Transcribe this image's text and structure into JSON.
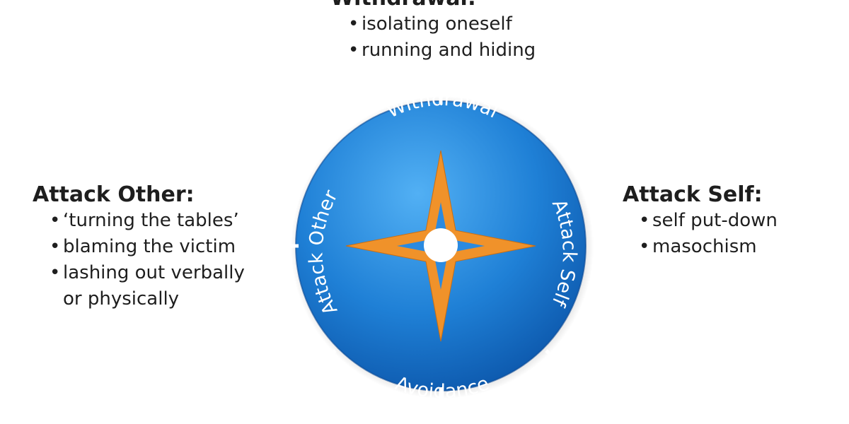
{
  "diagram": {
    "top": {
      "heading": "Withdrawal:",
      "items": [
        "isolating oneself",
        "running and hiding"
      ]
    },
    "left": {
      "heading": "Attack Other:",
      "items": [
        "‘turning the tables’",
        "blaming the victim",
        "lashing out verbally",
        "or physically"
      ]
    },
    "right": {
      "heading": "Attack Self:",
      "items": [
        "self put-down",
        "masochism"
      ]
    },
    "compass": {
      "labels": {
        "top": "Withdrawal",
        "bottom": "Avoidance",
        "left": "Attack Other",
        "right": "Attack Self"
      }
    }
  },
  "colors": {
    "disc_light": "#4aa8f0",
    "disc_dark": "#0d5fb8",
    "star": "#f0922a",
    "center_dot": "#ffffff",
    "text": "#1e1e1e"
  }
}
